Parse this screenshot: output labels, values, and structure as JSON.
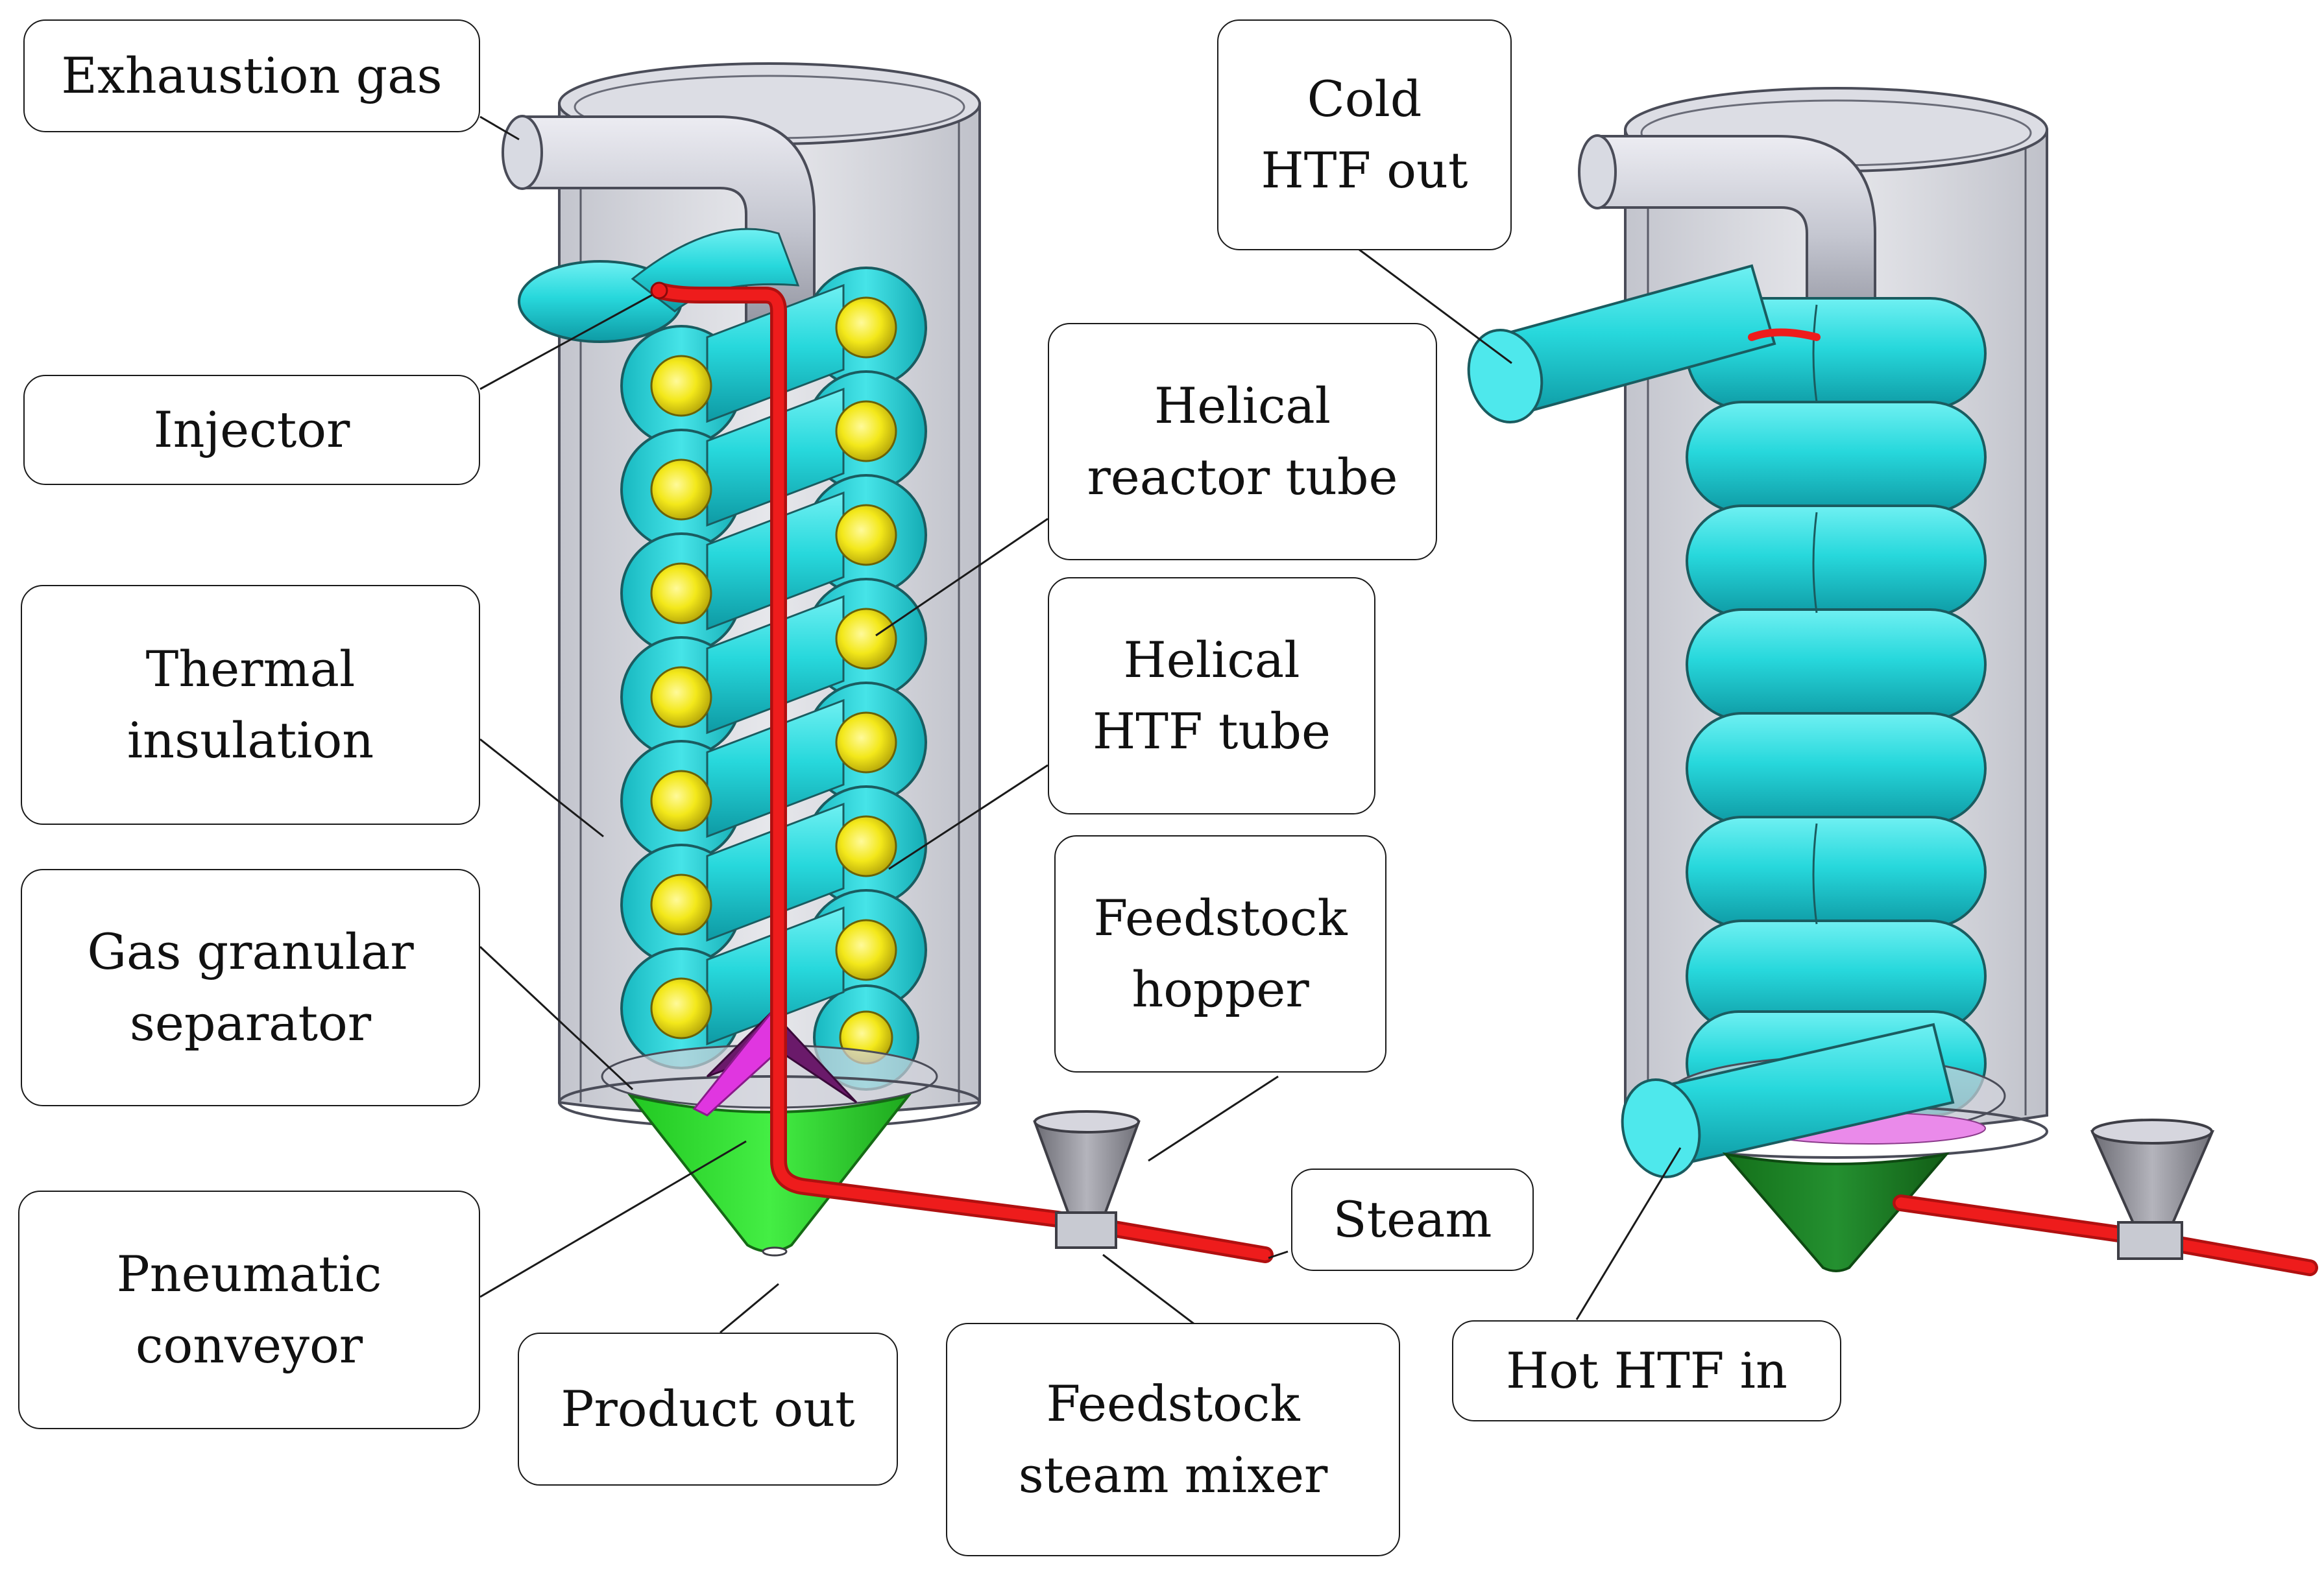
{
  "labels": {
    "exhaustion_gas": "Exhaustion gas",
    "injector": "Injector",
    "thermal_insulation": [
      "Thermal",
      "insulation"
    ],
    "gas_granular_separator": [
      "Gas granular",
      "separator"
    ],
    "pneumatic_conveyor": [
      "Pneumatic",
      "conveyor"
    ],
    "product_out": "Product out",
    "feedstock_steam_mixer": [
      "Feedstock",
      "steam mixer"
    ],
    "feedstock_hopper": [
      "Feedstock",
      "hopper"
    ],
    "steam": "Steam",
    "helical_htf_tube": [
      "Helical",
      "HTF tube"
    ],
    "helical_reactor_tube": [
      "Helical",
      "reactor tube"
    ],
    "cold_htf_out": [
      "Cold",
      "HTF out"
    ],
    "hot_htf_in": "Hot HTF in"
  },
  "colors": {
    "shell": "#c9cbd3",
    "shell_edge": "#505360",
    "htf_tube": "#27d8dc",
    "htf_tube_dark": "#0fa3ad",
    "reactor_core": "#f3e81a",
    "conveyor": "#ee1c1c",
    "separator_cone": "#33e633",
    "separator_cone_dark": "#1c8a1c",
    "inner_cone": "#e036e0",
    "hopper": "#9a9aa2",
    "pipe_gray": "#c4c6d0"
  }
}
